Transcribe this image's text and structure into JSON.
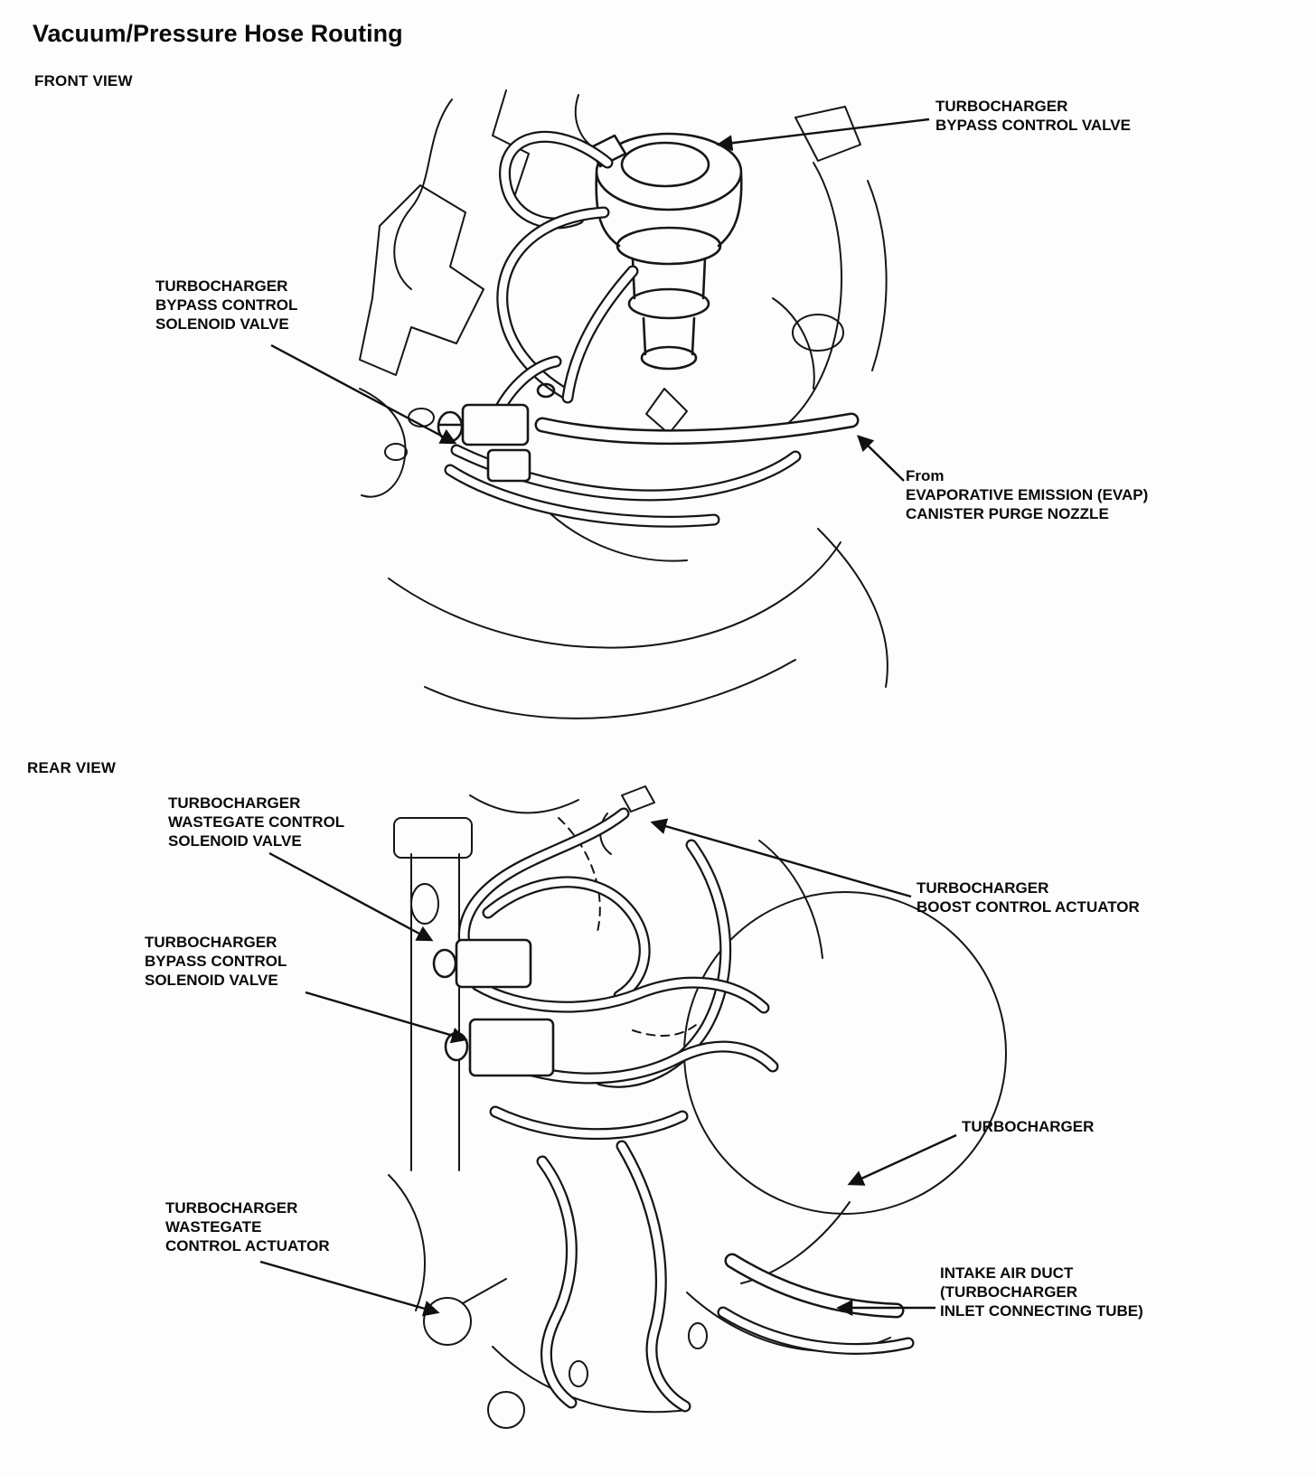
{
  "page": {
    "title": "Vacuum/Pressure Hose Routing"
  },
  "front_view": {
    "heading": "FRONT VIEW",
    "callouts": [
      {
        "id": "turbocharger-bypass-control-valve",
        "text": "TURBOCHARGER\nBYPASS CONTROL VALVE"
      },
      {
        "id": "turbocharger-bypass-control-solenoid-valve",
        "text": "TURBOCHARGER\nBYPASS CONTROL\nSOLENOID VALVE"
      },
      {
        "id": "evap-canister-purge-nozzle",
        "text": "From\nEVAPORATIVE EMISSION (EVAP)\nCANISTER PURGE NOZZLE"
      }
    ]
  },
  "rear_view": {
    "heading": "REAR VIEW",
    "callouts": [
      {
        "id": "turbocharger-wastegate-control-solenoid-valve",
        "text": "TURBOCHARGER\nWASTEGATE CONTROL\nSOLENOID VALVE"
      },
      {
        "id": "turbocharger-boost-control-actuator",
        "text": "TURBOCHARGER\nBOOST CONTROL ACTUATOR"
      },
      {
        "id": "turbocharger-bypass-control-solenoid-valve",
        "text": "TURBOCHARGER\nBYPASS CONTROL\nSOLENOID VALVE"
      },
      {
        "id": "turbocharger",
        "text": "TURBOCHARGER"
      },
      {
        "id": "turbocharger-wastegate-control-actuator",
        "text": "TURBOCHARGER\nWASTEGATE\nCONTROL ACTUATOR"
      },
      {
        "id": "intake-air-duct",
        "text": "INTAKE AIR DUCT\n(TURBOCHARGER\nINLET CONNECTING TUBE)"
      }
    ]
  }
}
